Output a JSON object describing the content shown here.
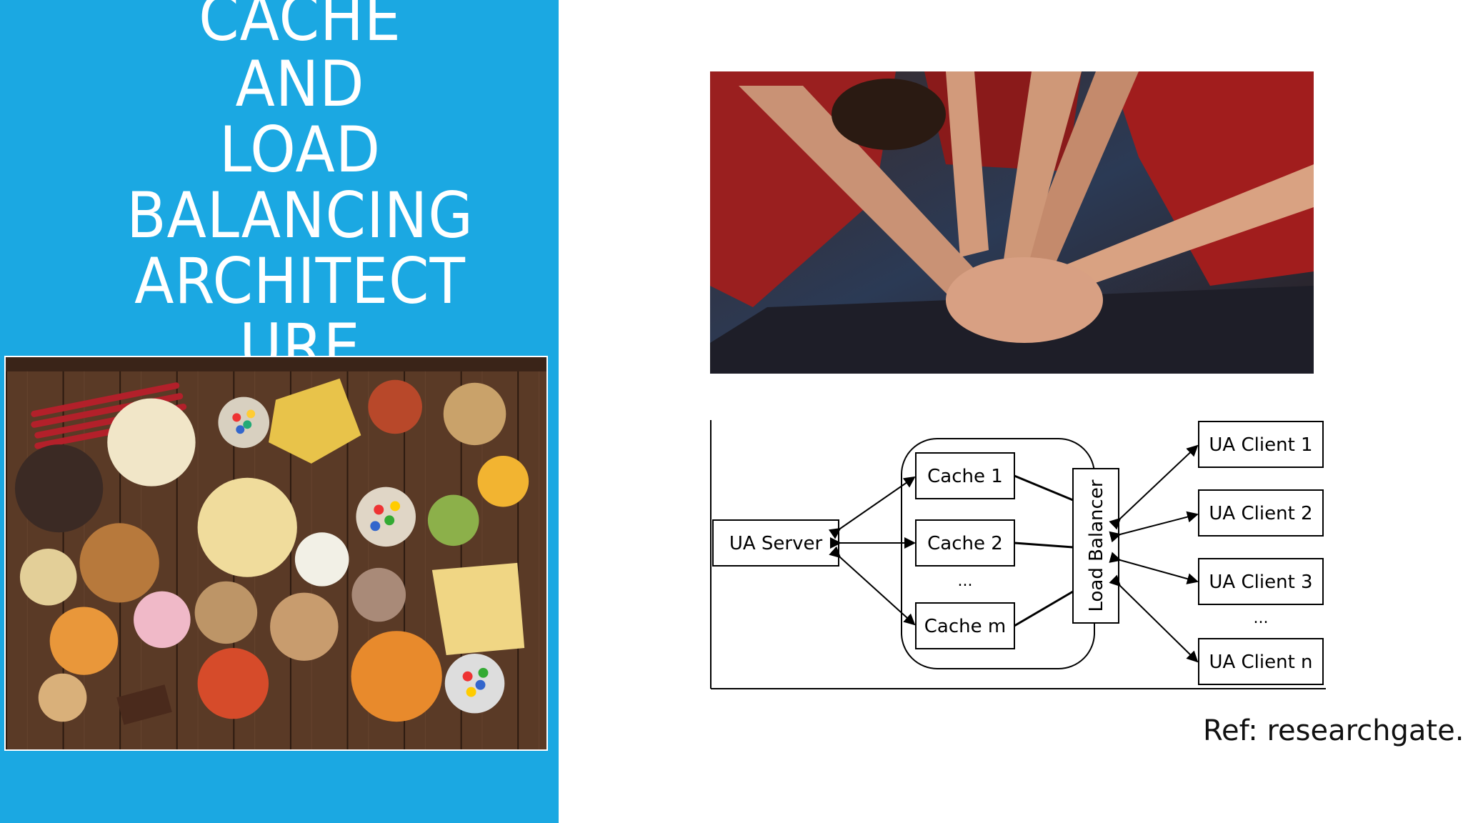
{
  "slide": {
    "title_lines": [
      "CACHE",
      "AND",
      "LOAD",
      "BALANCING",
      "ARCHITECT",
      "URE"
    ],
    "background_color": "#1ba8e2",
    "reference": "Ref: researchgate.co"
  },
  "images": {
    "snacks": "photo of assorted snack bowls on a wooden table",
    "hands": "photo of stacked hands of team members in red shirts"
  },
  "diagram": {
    "server": "UA Server",
    "caches": [
      "Cache 1",
      "Cache 2",
      "...",
      "Cache m"
    ],
    "balancer": "Load Balancer",
    "clients": [
      "UA Client 1",
      "UA Client 2",
      "UA Client 3",
      "...",
      "UA Client n"
    ]
  }
}
